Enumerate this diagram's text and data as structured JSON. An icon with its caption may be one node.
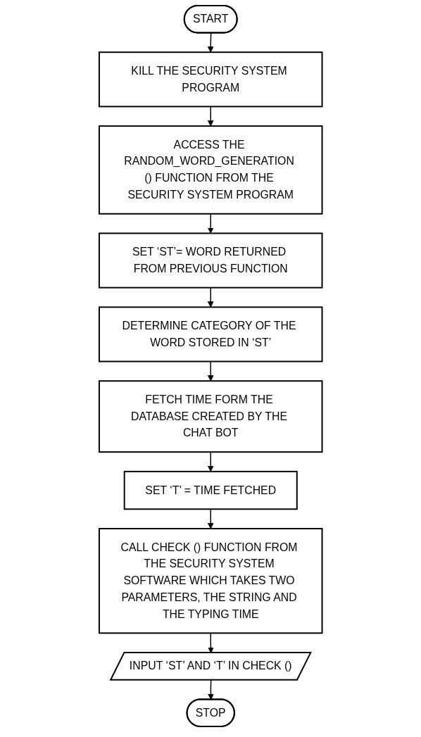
{
  "diagram": {
    "nodes": [
      {
        "text": [
          "START"
        ]
      },
      {
        "text": [
          "KILL THE SECURITY SYSTEM PROGRAM"
        ]
      },
      {
        "text": [
          "ACCESS THE RANDOM_WORD_GENERATION () FUNCTION FROM THE SECURITY SYSTEM PROGRAM"
        ]
      },
      {
        "text": [
          "SET ‘ST’= WORD RETURNED FROM PREVIOUS FUNCTION"
        ]
      },
      {
        "text": [
          "DETERMINE CATEGORY OF THE WORD STORED IN ‘ST’"
        ]
      },
      {
        "text": [
          "FETCH TIME FORM THE DATABASE CREATED BY THE CHAT BOT"
        ]
      },
      {
        "text": [
          "SET ‘T’ = TIME FETCHED"
        ]
      },
      {
        "text": [
          "CALL CHECK () FUNCTION FROM THE SECURITY SYSTEM SOFTWARE WHICH TAKES TWO PARAMETERS, THE STRING AND THE TYPING TIME"
        ]
      },
      {
        "text": [
          "INPUT ‘ST’ AND ‘T’ IN CHECK ()"
        ]
      },
      {
        "text": [
          "STOP"
        ]
      }
    ],
    "edges": [
      {
        "from": 0,
        "to": 1,
        "arrow": "to"
      },
      {
        "from": 1,
        "to": 2,
        "arrow": "to"
      },
      {
        "from": 2,
        "to": 3,
        "arrow": "to"
      },
      {
        "from": 3,
        "to": 4,
        "arrow": "to"
      },
      {
        "from": 4,
        "to": 5,
        "arrow": "to"
      },
      {
        "from": 5,
        "to": 6,
        "arrow": "to"
      },
      {
        "from": 6,
        "to": 7,
        "arrow": "to"
      },
      {
        "from": 7,
        "to": 8,
        "arrow": "to"
      },
      {
        "from": 8,
        "to": 9,
        "arrow": "to"
      }
    ]
  }
}
